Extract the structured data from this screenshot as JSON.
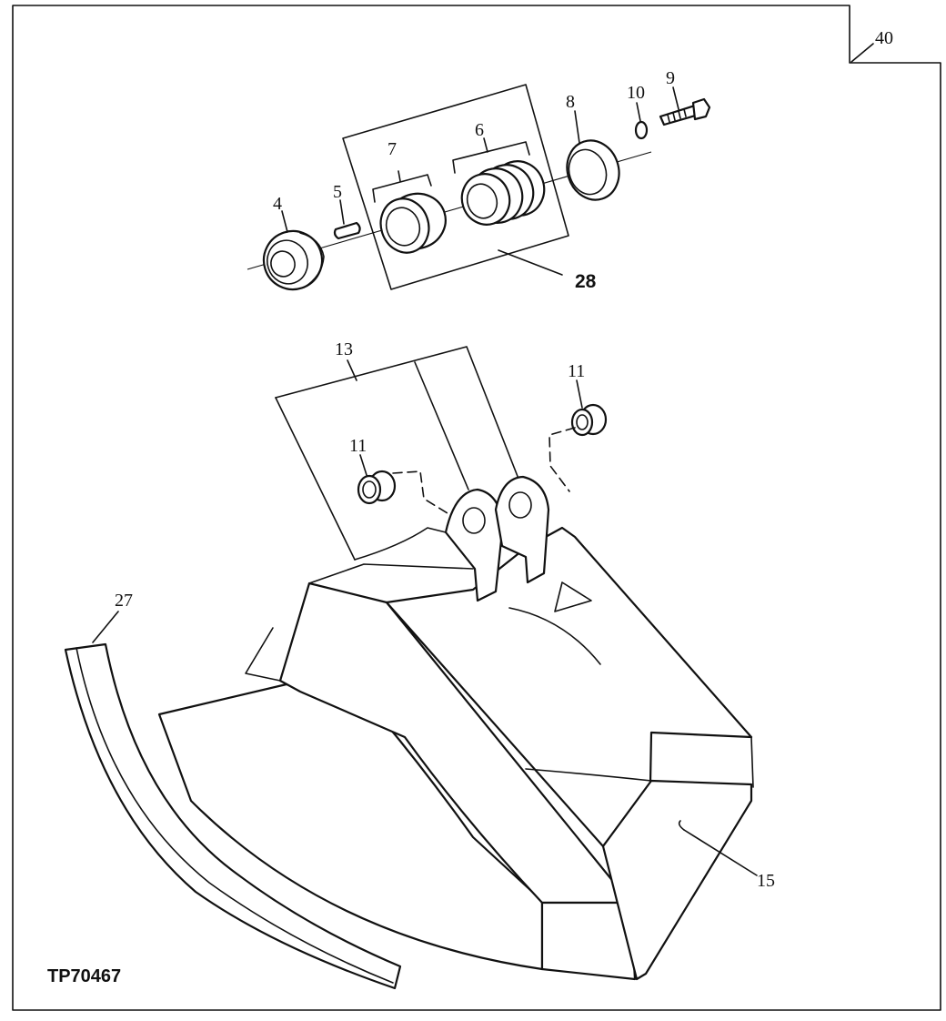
{
  "figure_id": "TP70467",
  "callouts": {
    "c4": "4",
    "c5": "5",
    "c6": "6",
    "c7": "7",
    "c8": "8",
    "c9": "9",
    "c10": "10",
    "c11a": "11",
    "c11b": "11",
    "c13": "13",
    "c15": "15",
    "c27": "27",
    "c28": "28",
    "c40": "40"
  }
}
